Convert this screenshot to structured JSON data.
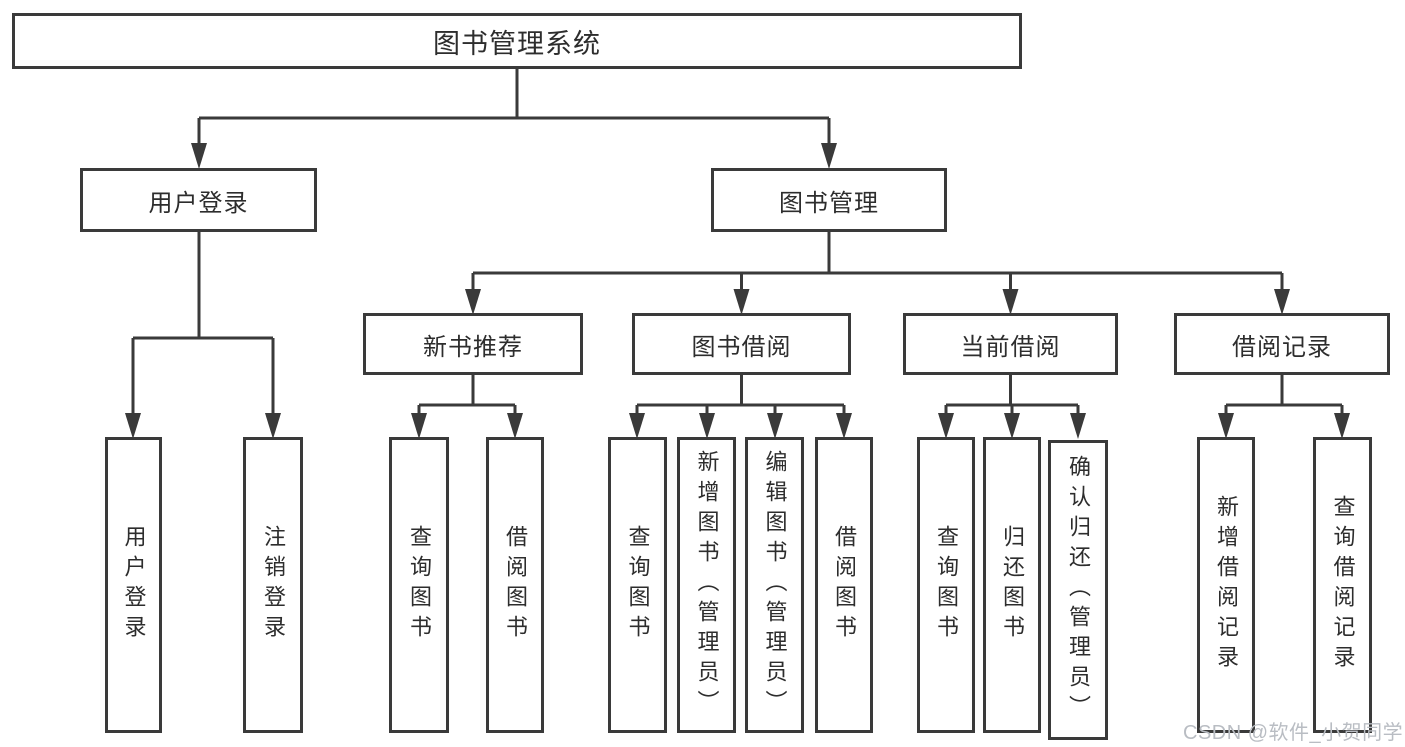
{
  "diagram": {
    "root": {
      "label": "图书管理系统"
    },
    "branches": [
      {
        "label": "用户登录",
        "leaves": [
          "用户登录",
          "注销登录"
        ]
      },
      {
        "label": "图书管理",
        "children": [
          {
            "label": "新书推荐",
            "leaves": [
              "查询图书",
              "借阅图书"
            ]
          },
          {
            "label": "图书借阅",
            "leaves": [
              "查询图书",
              "新增图书（管理员）",
              "编辑图书（管理员）",
              "借阅图书"
            ]
          },
          {
            "label": "当前借阅",
            "leaves": [
              "查询图书",
              "归还图书",
              "确认归还（管理员）"
            ]
          },
          {
            "label": "借阅记录",
            "leaves": [
              "新增借阅记录",
              "查询借阅记录"
            ]
          }
        ]
      }
    ]
  },
  "watermark": {
    "text": "CSDN @软件_小贺同学"
  },
  "colors": {
    "line": "#3a3a3a",
    "box_border": "#3a3a3a",
    "text": "#2d2d2d",
    "background": "#ffffff",
    "watermark": "#b9bdc3"
  }
}
